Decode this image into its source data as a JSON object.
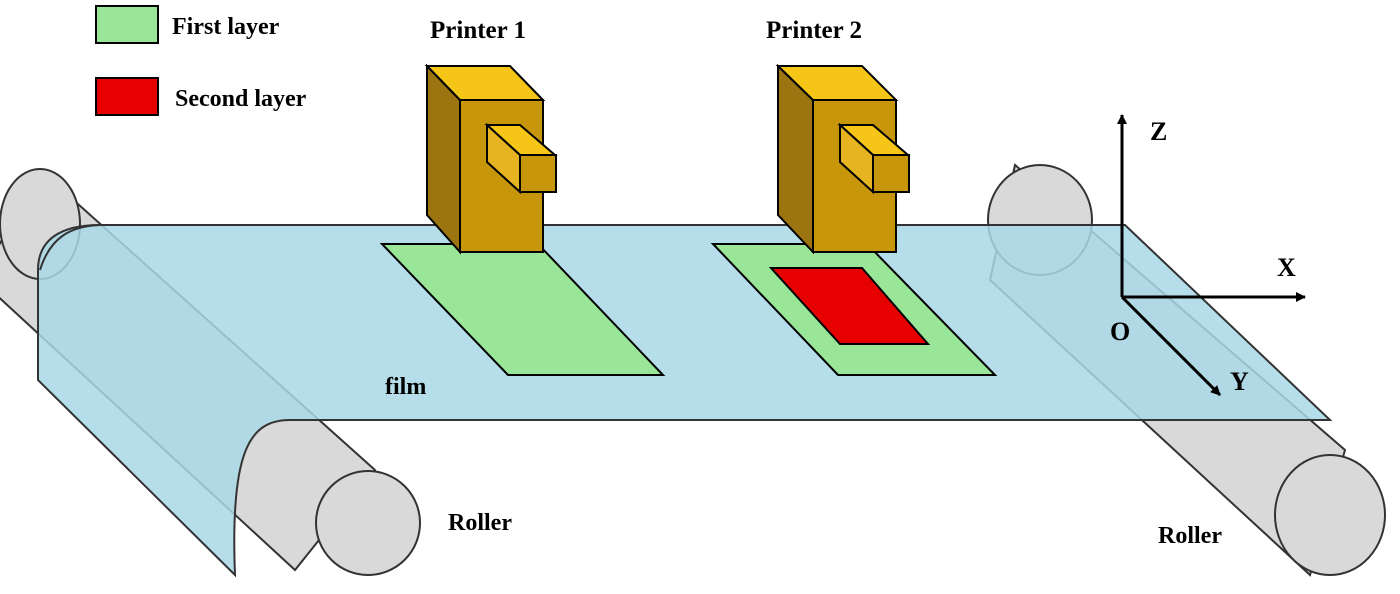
{
  "legend": {
    "first_layer": {
      "label": "First layer",
      "color": "#99e699"
    },
    "second_layer": {
      "label": "Second layer",
      "color": "#e60000"
    }
  },
  "printers": [
    {
      "label": "Printer 1"
    },
    {
      "label": "Printer 2"
    }
  ],
  "film_label": "film",
  "rollers": [
    {
      "label": "Roller"
    },
    {
      "label": "Roller"
    }
  ],
  "axes": {
    "z": "Z",
    "x": "X",
    "y": "Y",
    "origin": "O"
  },
  "colors": {
    "film": "#a8d8e6",
    "roller": "#d9d9d9",
    "printer_front": "#c8960a",
    "printer_top": "#f5c518",
    "printer_side": "#9c7410"
  }
}
